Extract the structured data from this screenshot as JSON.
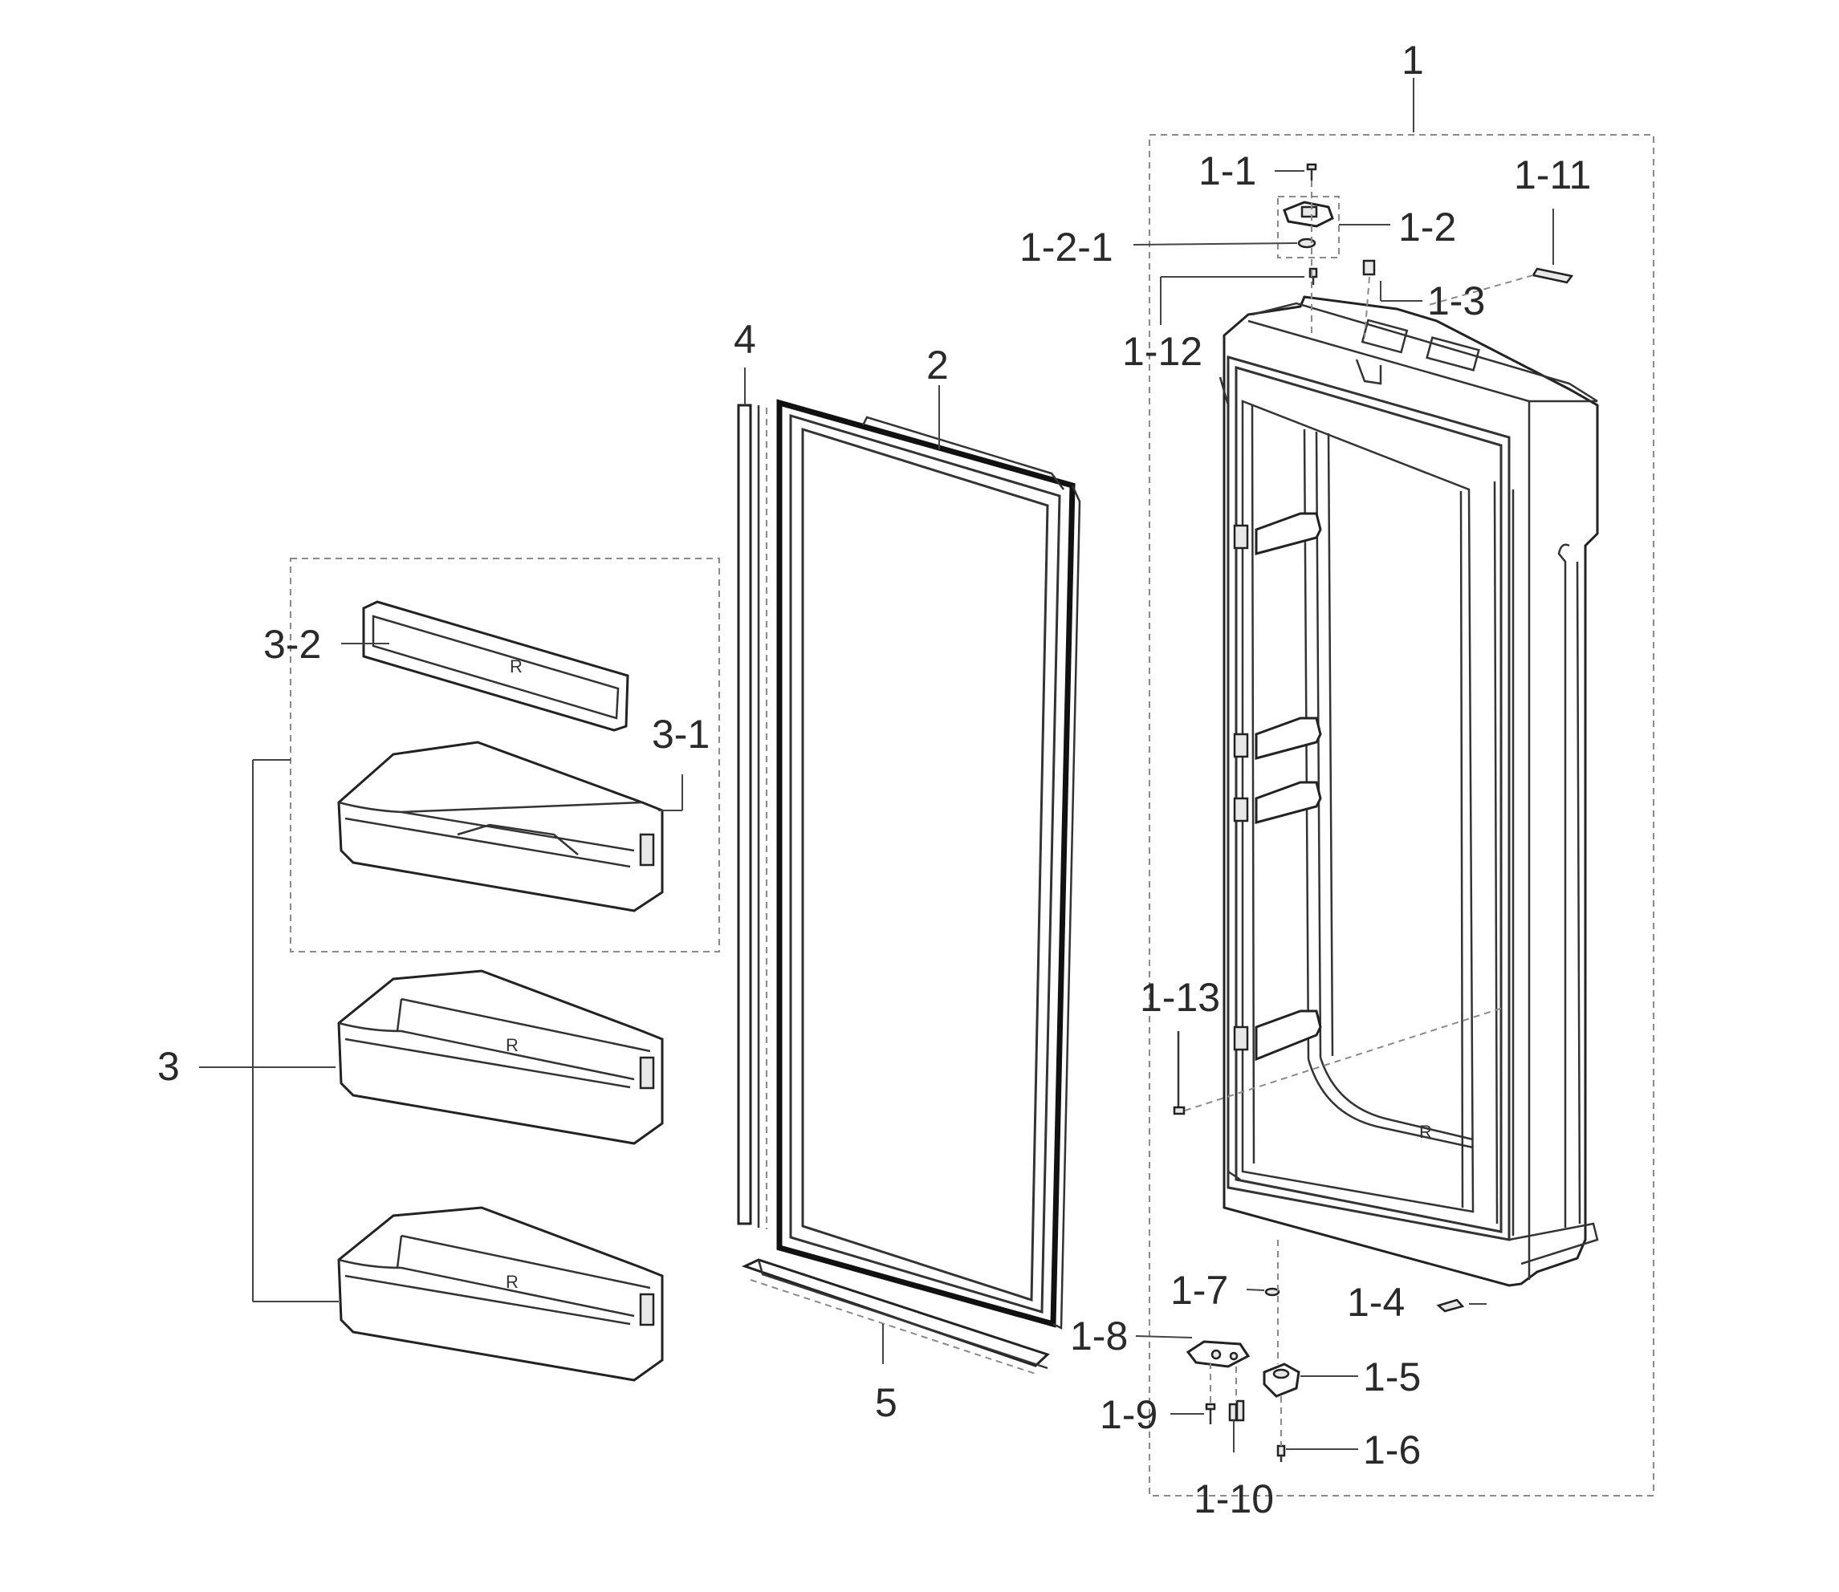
{
  "diagram": {
    "callouts": {
      "c1": "1",
      "c1_1": "1-1",
      "c1_2": "1-2",
      "c1_2_1": "1-2-1",
      "c1_3": "1-3",
      "c1_4": "1-4",
      "c1_5": "1-5",
      "c1_6": "1-6",
      "c1_7": "1-7",
      "c1_8": "1-8",
      "c1_9": "1-9",
      "c1_10": "1-10",
      "c1_11": "1-11",
      "c1_12": "1-12",
      "c1_13": "1-13",
      "c2": "2",
      "c3": "3",
      "c3_1": "3-1",
      "c3_2": "3-2",
      "c4": "4",
      "c5": "5"
    },
    "markings": {
      "bin_mark": "R",
      "door_mark": "R"
    },
    "colors": {
      "line": "#222222",
      "label": "#2a2a2a",
      "dashed_box": "#8a8a8a",
      "background": "#ffffff"
    }
  }
}
